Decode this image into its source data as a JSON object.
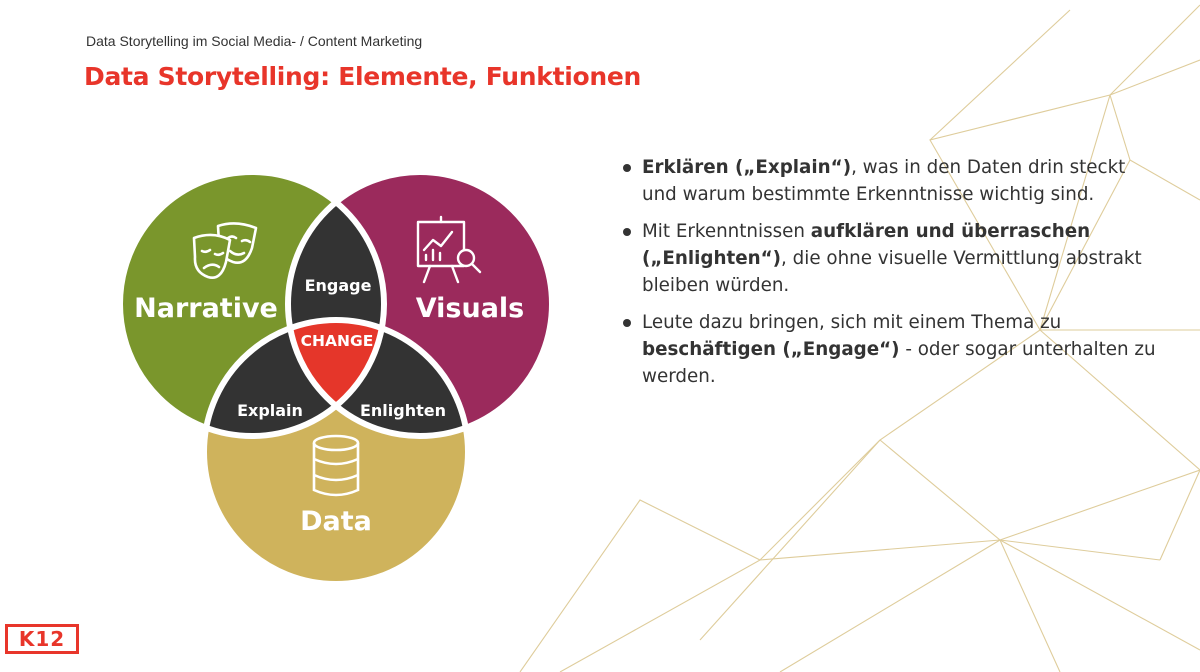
{
  "header": {
    "subtitle": "Data Storytelling im Social Media- / Content Marketing",
    "title": "Data Storytelling: Elemente, Funktionen"
  },
  "venn": {
    "circles": {
      "narrative": {
        "label": "Narrative",
        "color": "#7a962c",
        "icon": "theater-masks-icon"
      },
      "visuals": {
        "label": "Visuals",
        "color": "#9b2a5c",
        "icon": "presentation-chart-icon"
      },
      "data": {
        "label": "Data",
        "color": "#cfb35c",
        "icon": "database-icon"
      }
    },
    "overlaps": {
      "engage": "Engage",
      "explain": "Explain",
      "enlighten": "Enlighten",
      "overlap_color": "#333333"
    },
    "center": {
      "label": "CHANGE",
      "color": "#e5362a"
    }
  },
  "bullets": [
    {
      "strong": "Erklären („Explain“)",
      "rest": ", was in den Daten drin steckt und warum bestimmte Erkenntnisse wichtig sind."
    },
    {
      "pre": "Mit Erkenntnissen ",
      "strong": "aufklären und überraschen („Enlighten“)",
      "rest": ", die ohne visuelle Vermittlung abstrakt bleiben würden."
    },
    {
      "pre": "Leute dazu bringen, sich mit einem Thema zu ",
      "strong": "beschäftigen („Engage“)",
      "rest": " - oder sogar unterhalten zu werden."
    }
  ],
  "logo": {
    "text": "K12",
    "color": "#e8352a"
  },
  "decor": {
    "line_color": "#d9c48a"
  }
}
